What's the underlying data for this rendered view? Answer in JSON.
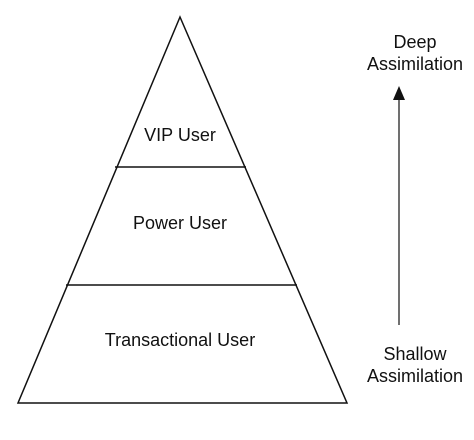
{
  "pyramid": {
    "levels": [
      {
        "label": "VIP User"
      },
      {
        "label": "Power User"
      },
      {
        "label": "Transactional User"
      }
    ]
  },
  "scale": {
    "top_line1": "Deep",
    "top_line2": "Assimilation",
    "bottom_line1": "Shallow",
    "bottom_line2": "Assimilation"
  },
  "colors": {
    "stroke": "#111111",
    "background": "#ffffff"
  }
}
